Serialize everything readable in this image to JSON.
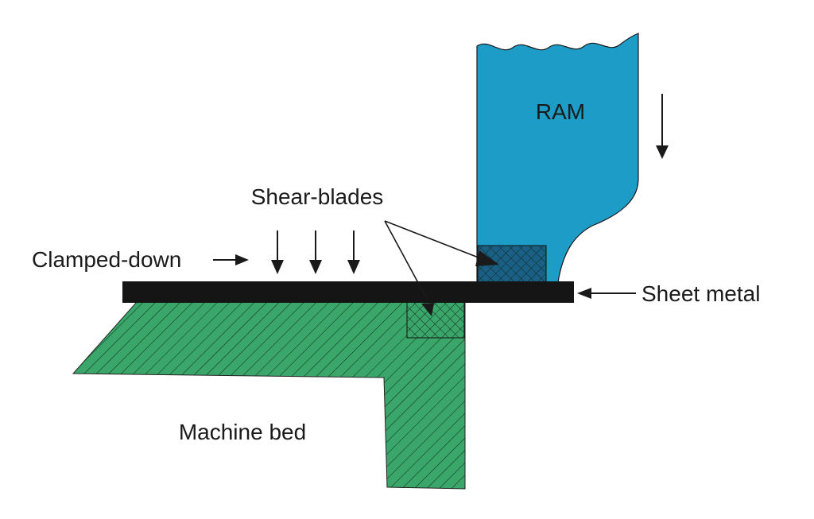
{
  "labels": {
    "ram": "RAM",
    "shear_blades": "Shear-blades",
    "clamped_down": "Clamped-down",
    "sheet_metal": "Sheet metal",
    "machine_bed": "Machine bed"
  },
  "colors": {
    "ram_fill": "#1c9cc7",
    "bed_fill": "#3aa66a",
    "sheet_fill": "#151515",
    "ink": "#1a1a1a",
    "background": "#ffffff"
  },
  "icons": {
    "motion_arrow": "arrow-down-icon",
    "pointer_arrow": "arrow-right-icon"
  }
}
